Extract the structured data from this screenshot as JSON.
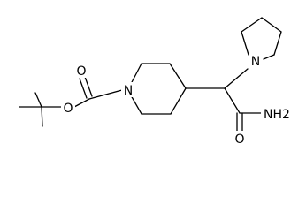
{
  "molecule": {
    "atoms": {
      "carbonyl_oxygen": "O",
      "ester_oxygen": "O",
      "piperidine_nitrogen": "N",
      "pyrrolidine_nitrogen": "N",
      "amide_oxygen": "O",
      "amide_nitrogen": "NH2"
    }
  },
  "colors": {
    "bond": "#000000",
    "label": "#000000",
    "background": "#ffffff"
  }
}
